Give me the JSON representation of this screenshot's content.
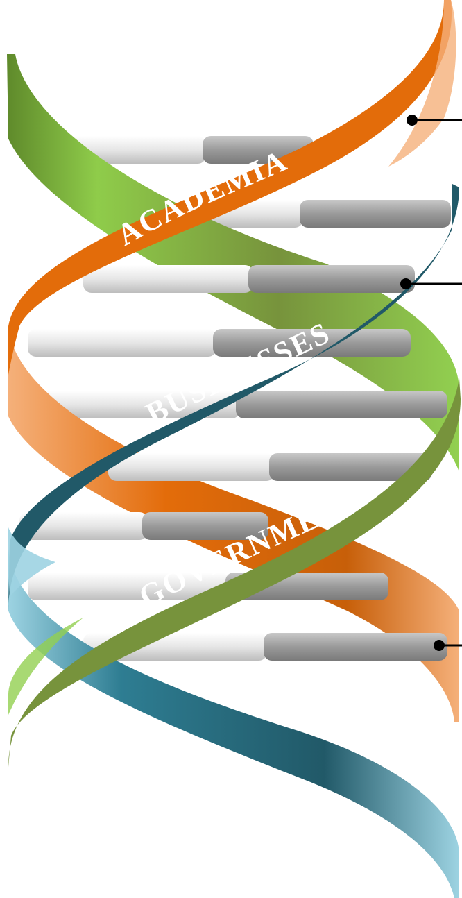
{
  "strands": [
    {
      "id": "academia",
      "label": "ACADEMIA",
      "color": "#e36c0a",
      "light": "#f5b07a",
      "dark": "#a94e05"
    },
    {
      "id": "businesses",
      "label": "BUSINESSES",
      "color": "#215968",
      "light": "#9dd3e2",
      "dark": "#1a4754"
    },
    {
      "id": "government",
      "label": "GOVERNMENT",
      "color": "#77933c",
      "light": "#92d050",
      "dark": "#5a7028"
    }
  ],
  "rung_colors": {
    "light": "#f2f2f2",
    "dark": "#8c8c8c"
  },
  "connector_color": "#000000"
}
